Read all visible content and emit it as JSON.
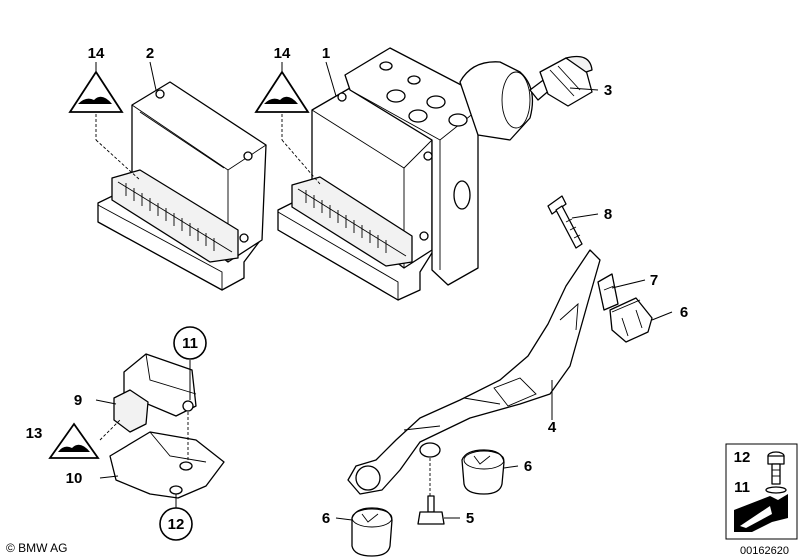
{
  "callouts": {
    "c14a": "14",
    "c2": "2",
    "c14b": "14",
    "c1": "1",
    "c3": "3",
    "c8": "8",
    "c7": "7",
    "c6a": "6",
    "c4": "4",
    "c6b": "6",
    "c6c": "6",
    "c5": "5",
    "c11": "11",
    "c9": "9",
    "c13": "13",
    "c10": "10",
    "c12": "12"
  },
  "legend": {
    "top": "12",
    "bottom": "11"
  },
  "footer": {
    "copyright": "© BMW AG",
    "reference": "00162620"
  }
}
